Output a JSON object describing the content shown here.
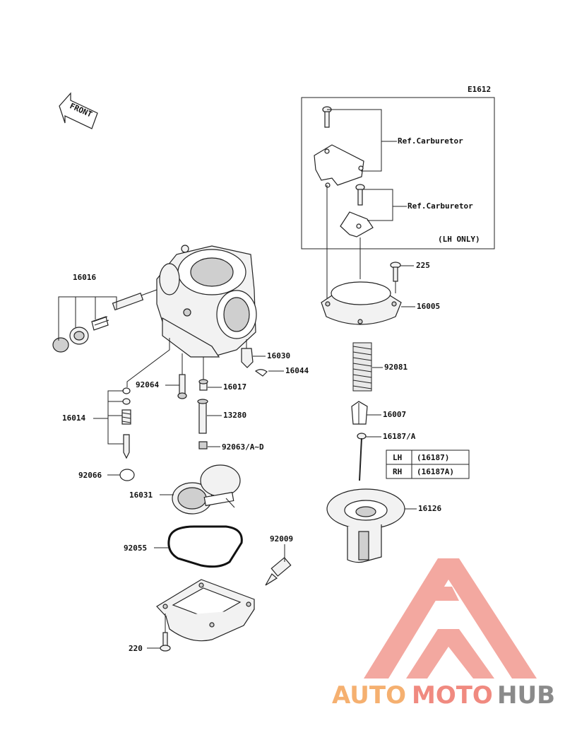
{
  "diagram_code": "E1612",
  "front_label": "FRONT",
  "ref_label_1": "Ref.Carburetor",
  "ref_label_2": "Ref.Carburetor",
  "lh_only_label": "(LH ONLY)",
  "parts": {
    "p16016": "16016",
    "p16014": "16014",
    "p92066": "92066",
    "p92064": "92064",
    "p16017": "16017",
    "p13280": "13280",
    "p92063": "92063/A~D",
    "p16030": "16030",
    "p16044": "16044",
    "p16031": "16031",
    "p92055": "92055",
    "p92009": "92009",
    "p220": "220",
    "p225": "225",
    "p16005": "16005",
    "p92081": "92081",
    "p16007": "16007",
    "p16187": "16187/A",
    "p16126": "16126"
  },
  "variant_table": {
    "rows": [
      {
        "side": "LH",
        "part": "(16187)"
      },
      {
        "side": "RH",
        "part": "(16187A)"
      }
    ]
  },
  "watermark": {
    "part1": "AUTO",
    "part2": "MOTO",
    "part3": "HUB",
    "colors": {
      "orange": "#f5b070",
      "red": "#f08a80",
      "gray": "#8a8a8a"
    }
  }
}
